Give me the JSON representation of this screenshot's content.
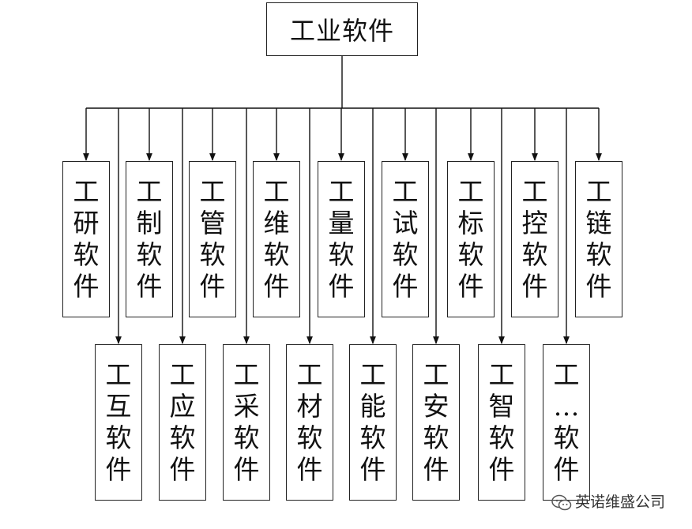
{
  "root": {
    "label": "工业软件"
  },
  "top_row": [
    {
      "chars": [
        "工",
        "研",
        "软",
        "件"
      ]
    },
    {
      "chars": [
        "工",
        "制",
        "软",
        "件"
      ]
    },
    {
      "chars": [
        "工",
        "管",
        "软",
        "件"
      ]
    },
    {
      "chars": [
        "工",
        "维",
        "软",
        "件"
      ]
    },
    {
      "chars": [
        "工",
        "量",
        "软",
        "件"
      ]
    },
    {
      "chars": [
        "工",
        "试",
        "软",
        "件"
      ]
    },
    {
      "chars": [
        "工",
        "标",
        "软",
        "件"
      ]
    },
    {
      "chars": [
        "工",
        "控",
        "软",
        "件"
      ]
    },
    {
      "chars": [
        "工",
        "链",
        "软",
        "件"
      ]
    }
  ],
  "bottom_row": [
    {
      "chars": [
        "工",
        "互",
        "软",
        "件"
      ]
    },
    {
      "chars": [
        "工",
        "应",
        "软",
        "件"
      ]
    },
    {
      "chars": [
        "工",
        "采",
        "软",
        "件"
      ]
    },
    {
      "chars": [
        "工",
        "材",
        "软",
        "件"
      ]
    },
    {
      "chars": [
        "工",
        "能",
        "软",
        "件"
      ]
    },
    {
      "chars": [
        "工",
        "安",
        "软",
        "件"
      ]
    },
    {
      "chars": [
        "工",
        "智",
        "软",
        "件"
      ]
    },
    {
      "chars": [
        "工",
        "…",
        "软",
        "件"
      ]
    }
  ],
  "watermark": {
    "text": "英诺维盛公司",
    "icon": "wechat-icon"
  }
}
